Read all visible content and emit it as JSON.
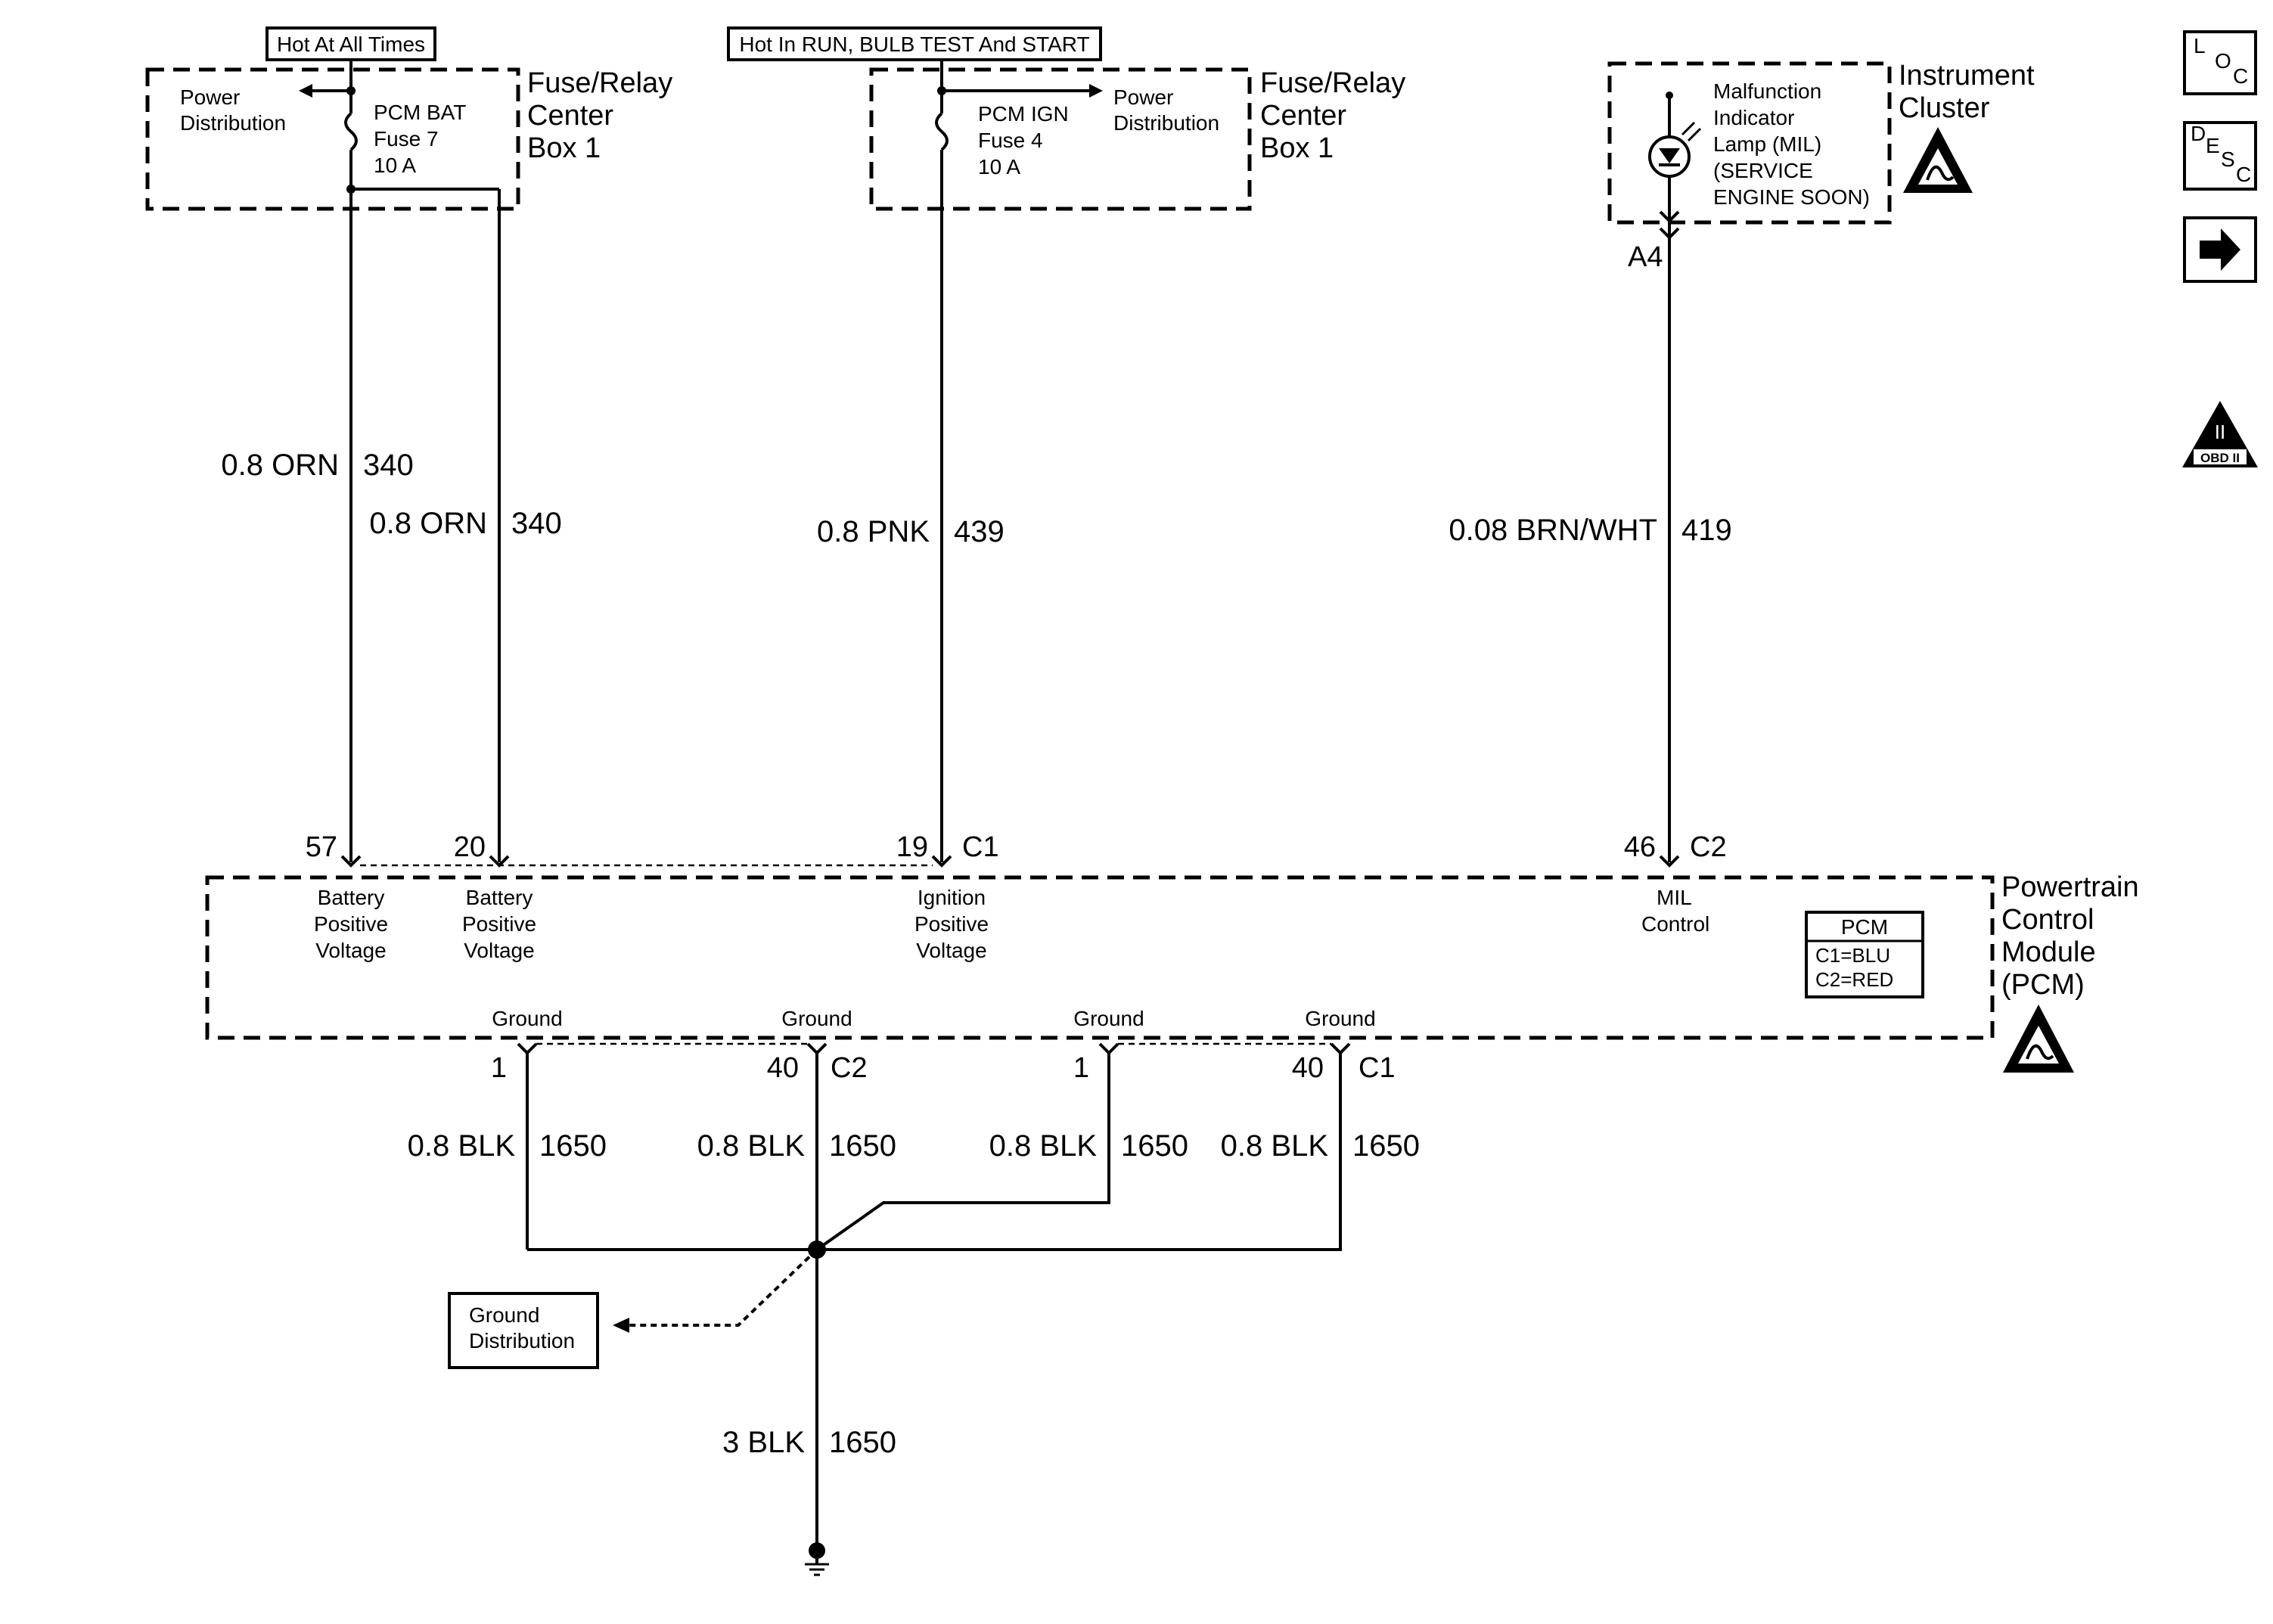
{
  "hot_labels": {
    "at_all_times": "Hot At All Times",
    "run_bulb_start": "Hot In RUN, BULB TEST And START"
  },
  "fuse_box_left": {
    "title": [
      "Fuse/Relay",
      "Center",
      "Box 1"
    ],
    "power_distribution": [
      "Power",
      "Distribution"
    ],
    "fuse_label": [
      "PCM BAT",
      "Fuse 7",
      "10 A"
    ]
  },
  "fuse_box_right": {
    "title": [
      "Fuse/Relay",
      "Center",
      "Box 1"
    ],
    "power_distribution": [
      "Power",
      "Distribution"
    ],
    "fuse_label": [
      "PCM IGN",
      "Fuse 4",
      "10 A"
    ]
  },
  "instrument_cluster": {
    "title": [
      "Instrument",
      "Cluster"
    ],
    "lamp_label": [
      "Malfunction",
      "Indicator",
      "Lamp (MIL)",
      "(SERVICE",
      "ENGINE SOON)"
    ],
    "connector": "A4"
  },
  "wires": {
    "w1": {
      "gauge_color": "0.8 ORN",
      "circuit": "340"
    },
    "w2": {
      "gauge_color": "0.8 ORN",
      "circuit": "340"
    },
    "w3": {
      "gauge_color": "0.8 PNK",
      "circuit": "439"
    },
    "w4": {
      "gauge_color": "0.08 BRN/WHT",
      "circuit": "419"
    }
  },
  "pcm": {
    "title": [
      "Powertrain",
      "Control",
      "Module",
      "(PCM)"
    ],
    "top_pins": {
      "p57": "57",
      "p20": "20",
      "p19": "19",
      "c1": "C1",
      "p46": "46",
      "c2": "C2"
    },
    "pin_labels": {
      "bat1": [
        "Battery",
        "Positive",
        "Voltage"
      ],
      "bat2": [
        "Battery",
        "Positive",
        "Voltage"
      ],
      "ign": [
        "Ignition",
        "Positive",
        "Voltage"
      ],
      "mil": [
        "MIL",
        "Control"
      ]
    },
    "legend": {
      "title": "PCM",
      "c1": "C1=BLU",
      "c2": "C2=RED"
    },
    "ground_label": "Ground",
    "bottom_pins": {
      "g1a": "1",
      "g40a": "40",
      "c2": "C2",
      "g1b": "1",
      "g40b": "40",
      "c1": "C1"
    }
  },
  "ground_wires": {
    "g1": {
      "gauge_color": "0.8 BLK",
      "circuit": "1650"
    },
    "g2": {
      "gauge_color": "0.8 BLK",
      "circuit": "1650"
    },
    "g3": {
      "gauge_color": "0.8 BLK",
      "circuit": "1650"
    },
    "g4": {
      "gauge_color": "0.8 BLK",
      "circuit": "1650"
    },
    "main": {
      "gauge_color": "3 BLK",
      "circuit": "1650"
    }
  },
  "ground_distribution": [
    "Ground",
    "Distribution"
  ],
  "side_icons": {
    "loc": [
      "L",
      "O",
      "C"
    ],
    "desc": [
      "D",
      "E",
      "S",
      "C"
    ],
    "obd": "OBD II",
    "obd_numeral": "II"
  }
}
